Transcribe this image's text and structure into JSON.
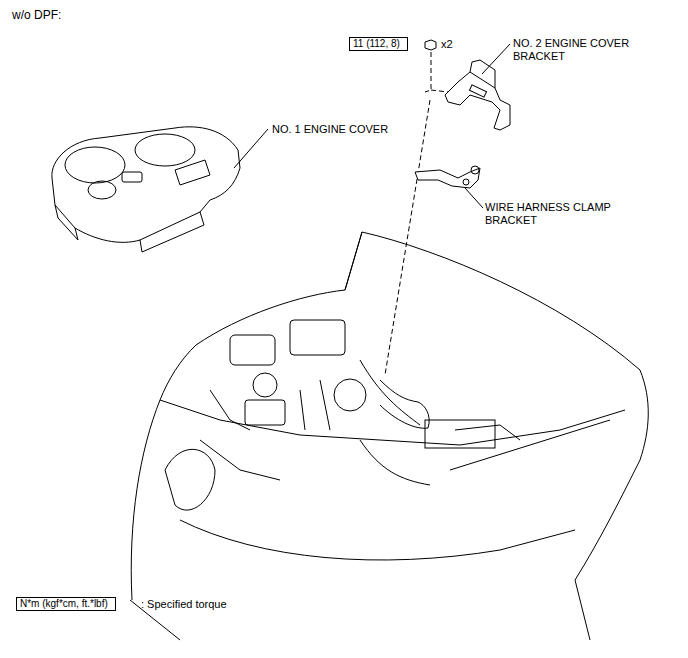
{
  "diagram": {
    "title": "w/o DPF:",
    "nodes": [
      {
        "text": [
          "11 (112, 8)"
        ]
      },
      {
        "text": [
          "N*m (kgf*cm, ft.*lbf)"
        ]
      }
    ],
    "labels": [
      "x2",
      "NO. 2 ENGINE COVER BRACKET",
      "NO. 1 ENGINE COVER",
      "WIRE HARNESS CLAMP BRACKET",
      ": Specified torque"
    ]
  }
}
